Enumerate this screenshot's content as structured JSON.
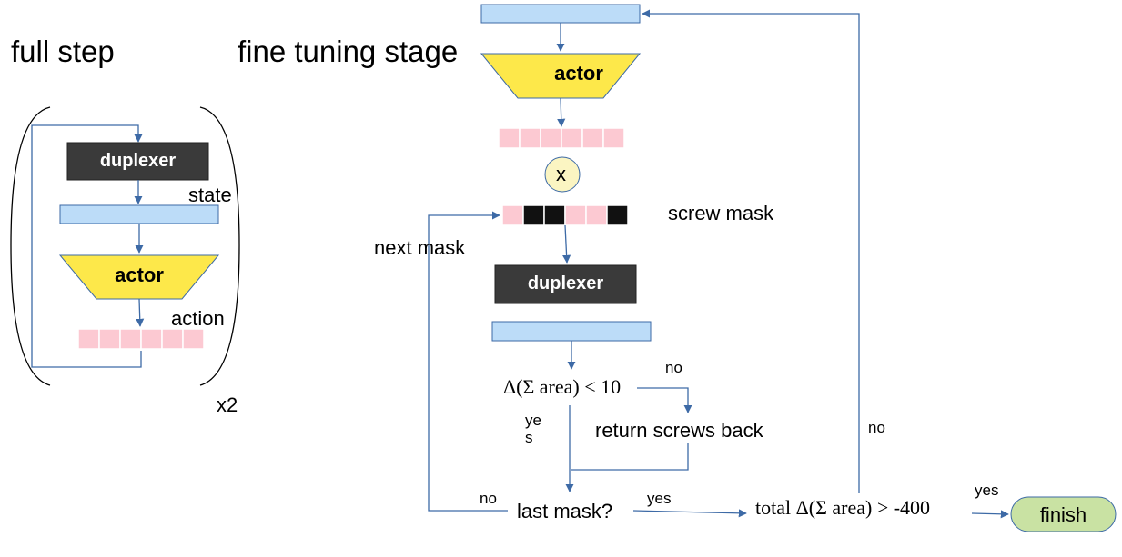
{
  "titles": {
    "full_step": "full step",
    "fine_tuning": "fine tuning stage"
  },
  "full_step": {
    "duplexer": "duplexer",
    "state": "state",
    "actor": "actor",
    "action": "action",
    "repeat": "x2"
  },
  "fine_tuning": {
    "actor": "actor",
    "multiply": "x",
    "screw_mask": "screw mask",
    "next_mask": "next mask",
    "duplexer": "duplexer",
    "condition1": "Δ(Σ area) < 10",
    "no1": "no",
    "yes1": "ye\ns",
    "return_screws": "return screws back",
    "last_mask": "last mask?",
    "no2": "no",
    "yes2": "yes",
    "condition2": "total Δ(Σ area) > -400",
    "no3": "no",
    "yes3": "yes",
    "finish": "finish"
  },
  "colors": {
    "duplexer": "#3a3a3a",
    "state_bar": "#bcdcf8",
    "actor": "#fde84a",
    "action_cell": "#fcc9d2",
    "mask_black": "#111111",
    "multiply_circle": "#fbf5c2",
    "finish": "#c9e2a3",
    "arrow": "#3d6aa6"
  }
}
